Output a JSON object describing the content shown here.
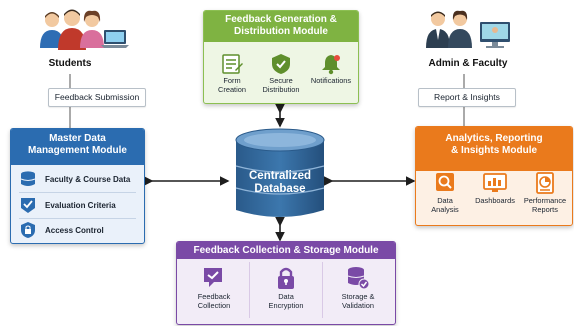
{
  "actors": {
    "students": {
      "label": "Students",
      "flow": "Feedback Submission"
    },
    "admin": {
      "label": "Admin & Faculty",
      "flow": "Report & Insights"
    }
  },
  "database": {
    "line1": "Centralized",
    "line2": "Database"
  },
  "modules": {
    "generation": {
      "title_line1": "Feedback Generation &",
      "title_line2": "Distribution Module",
      "items": [
        {
          "line1": "Form",
          "line2": "Creation",
          "icon": "form-icon"
        },
        {
          "line1": "Secure",
          "line2": "Distribution",
          "icon": "shield-icon"
        },
        {
          "line1": "Notifications",
          "line2": "",
          "icon": "bell-icon"
        }
      ]
    },
    "master": {
      "title_line1": "Master Data",
      "title_line2": "Management Module",
      "items": [
        {
          "label": "Faculty & Course Data",
          "icon": "database-icon"
        },
        {
          "label": "Evaluation Criteria",
          "icon": "criteria-icon"
        },
        {
          "label": "Access Control",
          "icon": "lock-shield-icon"
        }
      ]
    },
    "analytics": {
      "title_line1": "Analytics, Reporting",
      "title_line2": "& Insights Module",
      "items": [
        {
          "line1": "Data",
          "line2": "Analysis",
          "icon": "analysis-icon"
        },
        {
          "line1": "Dashboards",
          "line2": "",
          "icon": "dashboard-icon"
        },
        {
          "line1": "Performance",
          "line2": "Reports",
          "icon": "report-icon"
        }
      ]
    },
    "collection": {
      "title": "Feedback Collection & Storage Module",
      "items": [
        {
          "line1": "Feedback",
          "line2": "Collection",
          "icon": "collection-icon"
        },
        {
          "line1": "Data",
          "line2": "Encryption",
          "icon": "padlock-icon"
        },
        {
          "line1": "Storage &",
          "line2": "Validation",
          "icon": "storage-icon"
        }
      ]
    }
  },
  "colors": {
    "green": "#7fb342",
    "blue": "#2b6cb0",
    "orange": "#ea7a1c",
    "purple": "#7a4aa6",
    "database": "#2f5f8f"
  }
}
